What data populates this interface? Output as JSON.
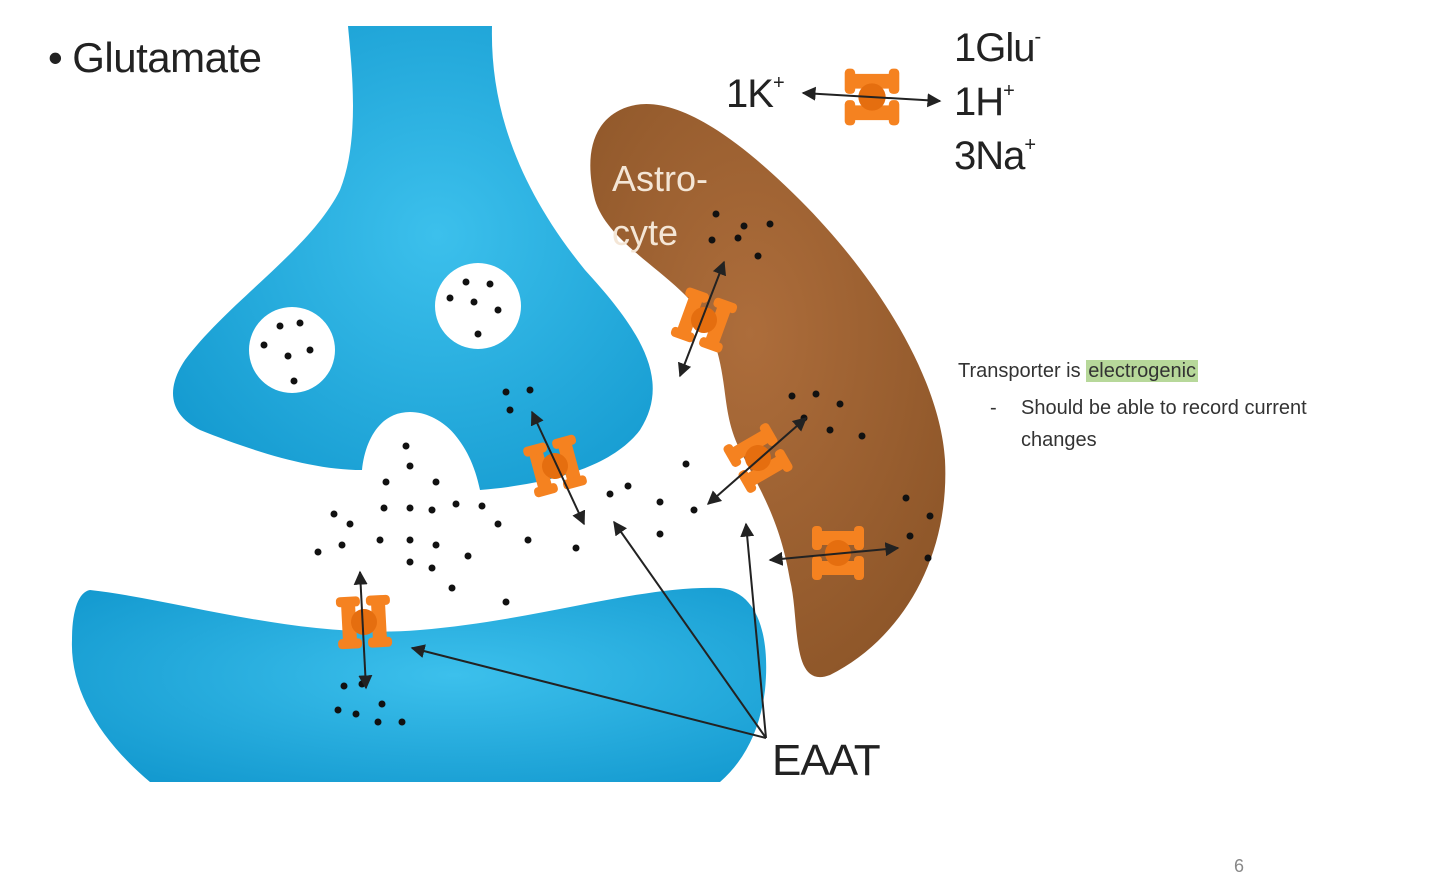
{
  "slide": {
    "bullet": "•",
    "title": "Glutamate",
    "page_number": "6"
  },
  "transporter_ions": {
    "k": {
      "text": "1K",
      "sup": "+"
    },
    "glu": {
      "text": "1Glu",
      "sup": "-"
    },
    "h": {
      "text": "1H",
      "sup": "+"
    },
    "na": {
      "text": "3Na",
      "sup": "+"
    }
  },
  "diagram": {
    "astrocyte_line1": "Astro-",
    "astrocyte_line2": "cyte",
    "transporter_label": "EAAT",
    "colors": {
      "neuron": "#1aa3d6",
      "astrocyte": "#9a5f33",
      "transporter": "#f58220",
      "glutamate_dot": "#111111"
    }
  },
  "notes": {
    "main_prefix": "Transporter is ",
    "main_highlight": "electrogenic",
    "highlight_color": "#b7d89a",
    "sub_dash": "-",
    "sub_item": "Should be able to record current changes"
  }
}
